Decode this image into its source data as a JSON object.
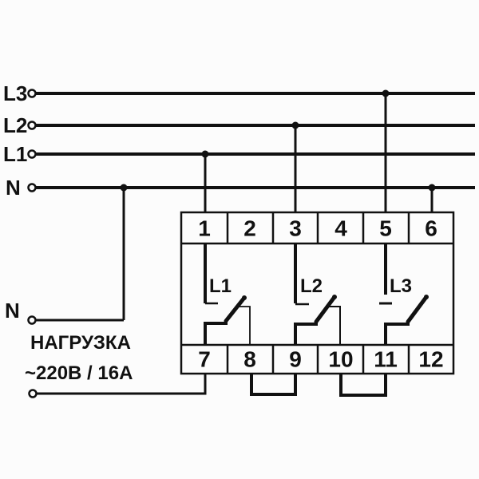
{
  "colors": {
    "ink": "#111111",
    "background": "#fcfcfc"
  },
  "phase_bus": {
    "l3": "L3",
    "l2": "L2",
    "l1": "L1",
    "n": "N"
  },
  "load_section": {
    "neutral_label": "N",
    "load_label": "НАГРУЗКА",
    "rating_label": "~220В / 16А"
  },
  "device": {
    "top_terminals": [
      "1",
      "2",
      "3",
      "4",
      "5",
      "6"
    ],
    "bottom_terminals": [
      "7",
      "8",
      "9",
      "10",
      "11",
      "12"
    ],
    "contact_labels": [
      "L1",
      "L2",
      "L3"
    ]
  }
}
